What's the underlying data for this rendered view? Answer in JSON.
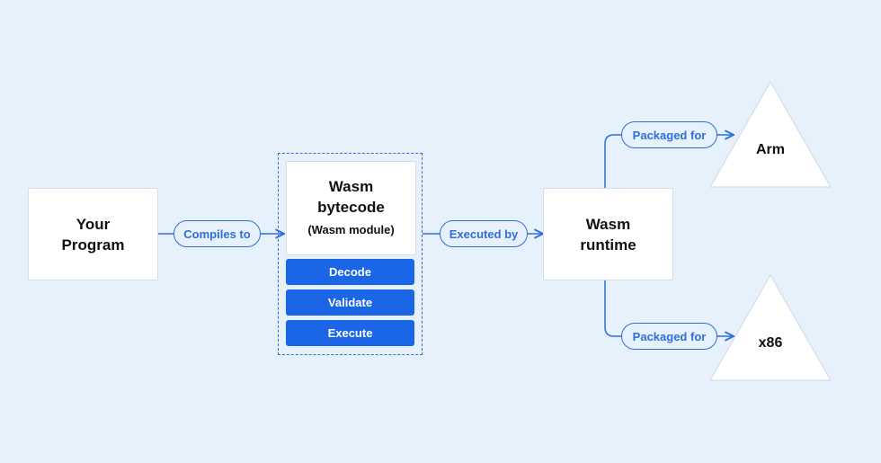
{
  "program": {
    "label": "Your\nProgram"
  },
  "compile_pill": "Compiles to",
  "wasm_module": {
    "title": "Wasm\nbytecode",
    "subtitle": "(Wasm module)",
    "steps": [
      "Decode",
      "Validate",
      "Execute"
    ]
  },
  "executed_pill": "Executed by",
  "runtime": {
    "label": "Wasm\nruntime"
  },
  "targets": [
    {
      "pill": "Packaged for",
      "label": "Arm"
    },
    {
      "pill": "Packaged for",
      "label": "x86"
    }
  ],
  "colors": {
    "accent": "#2f6fd6",
    "step_fill": "#1b66e6",
    "background": "#e6f1fc"
  }
}
